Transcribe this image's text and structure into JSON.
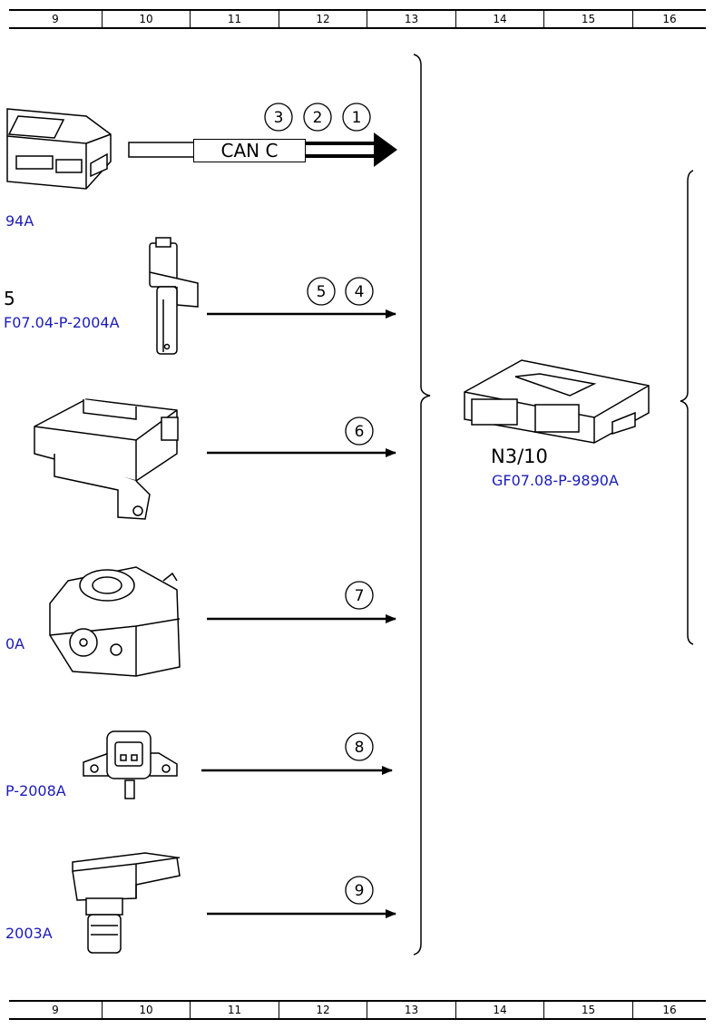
{
  "ruler": {
    "columns": [
      "9",
      "10",
      "11",
      "12",
      "13",
      "14",
      "15",
      "16"
    ]
  },
  "left_components": {
    "c1_ref": "94A",
    "c2_code": "5",
    "c2_ref": "F07.04-P-2004A",
    "c4_ref": "0A",
    "c5_ref": "P-2008A",
    "c6_ref": "2003A"
  },
  "bus": {
    "label": "CAN C"
  },
  "signals": [
    "3",
    "2",
    "1",
    "5",
    "4",
    "6",
    "7",
    "8",
    "9"
  ],
  "control_unit": {
    "code": "N3/10",
    "ref": "GF07.08-P-9890A"
  },
  "colors": {
    "link": "#1c1cb8",
    "line": "#000000"
  }
}
